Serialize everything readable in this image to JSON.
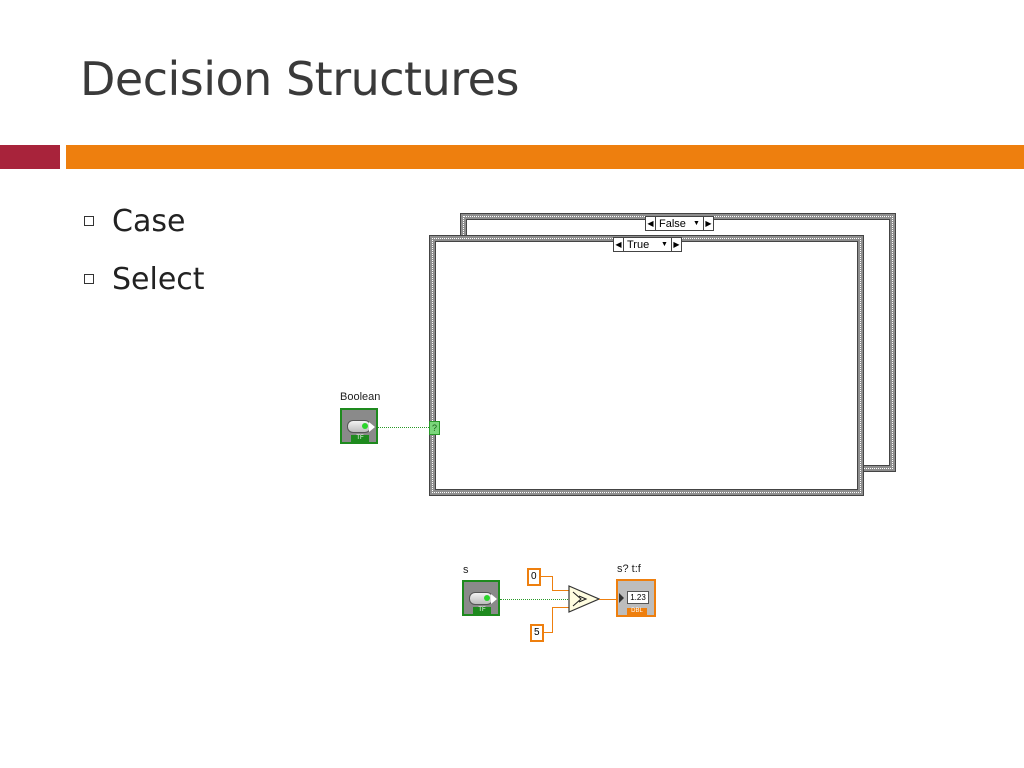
{
  "slide": {
    "title": "Decision Structures"
  },
  "bullets": [
    {
      "label": "Case"
    },
    {
      "label": "Select"
    }
  ],
  "case_structure": {
    "back_selector": "False",
    "front_selector": "True",
    "control_label": "Boolean",
    "control_type": "TF",
    "selector_terminal": "?"
  },
  "select_diagram": {
    "input_label": "s",
    "input_type": "TF",
    "true_value": "0",
    "false_value": "5",
    "output_label": "s? t:f",
    "output_value": "1.23",
    "output_type": "DBL"
  },
  "colors": {
    "accent_red": "#a8233b",
    "accent_orange": "#ee7f0e",
    "bool_green": "#1e8a1e"
  }
}
